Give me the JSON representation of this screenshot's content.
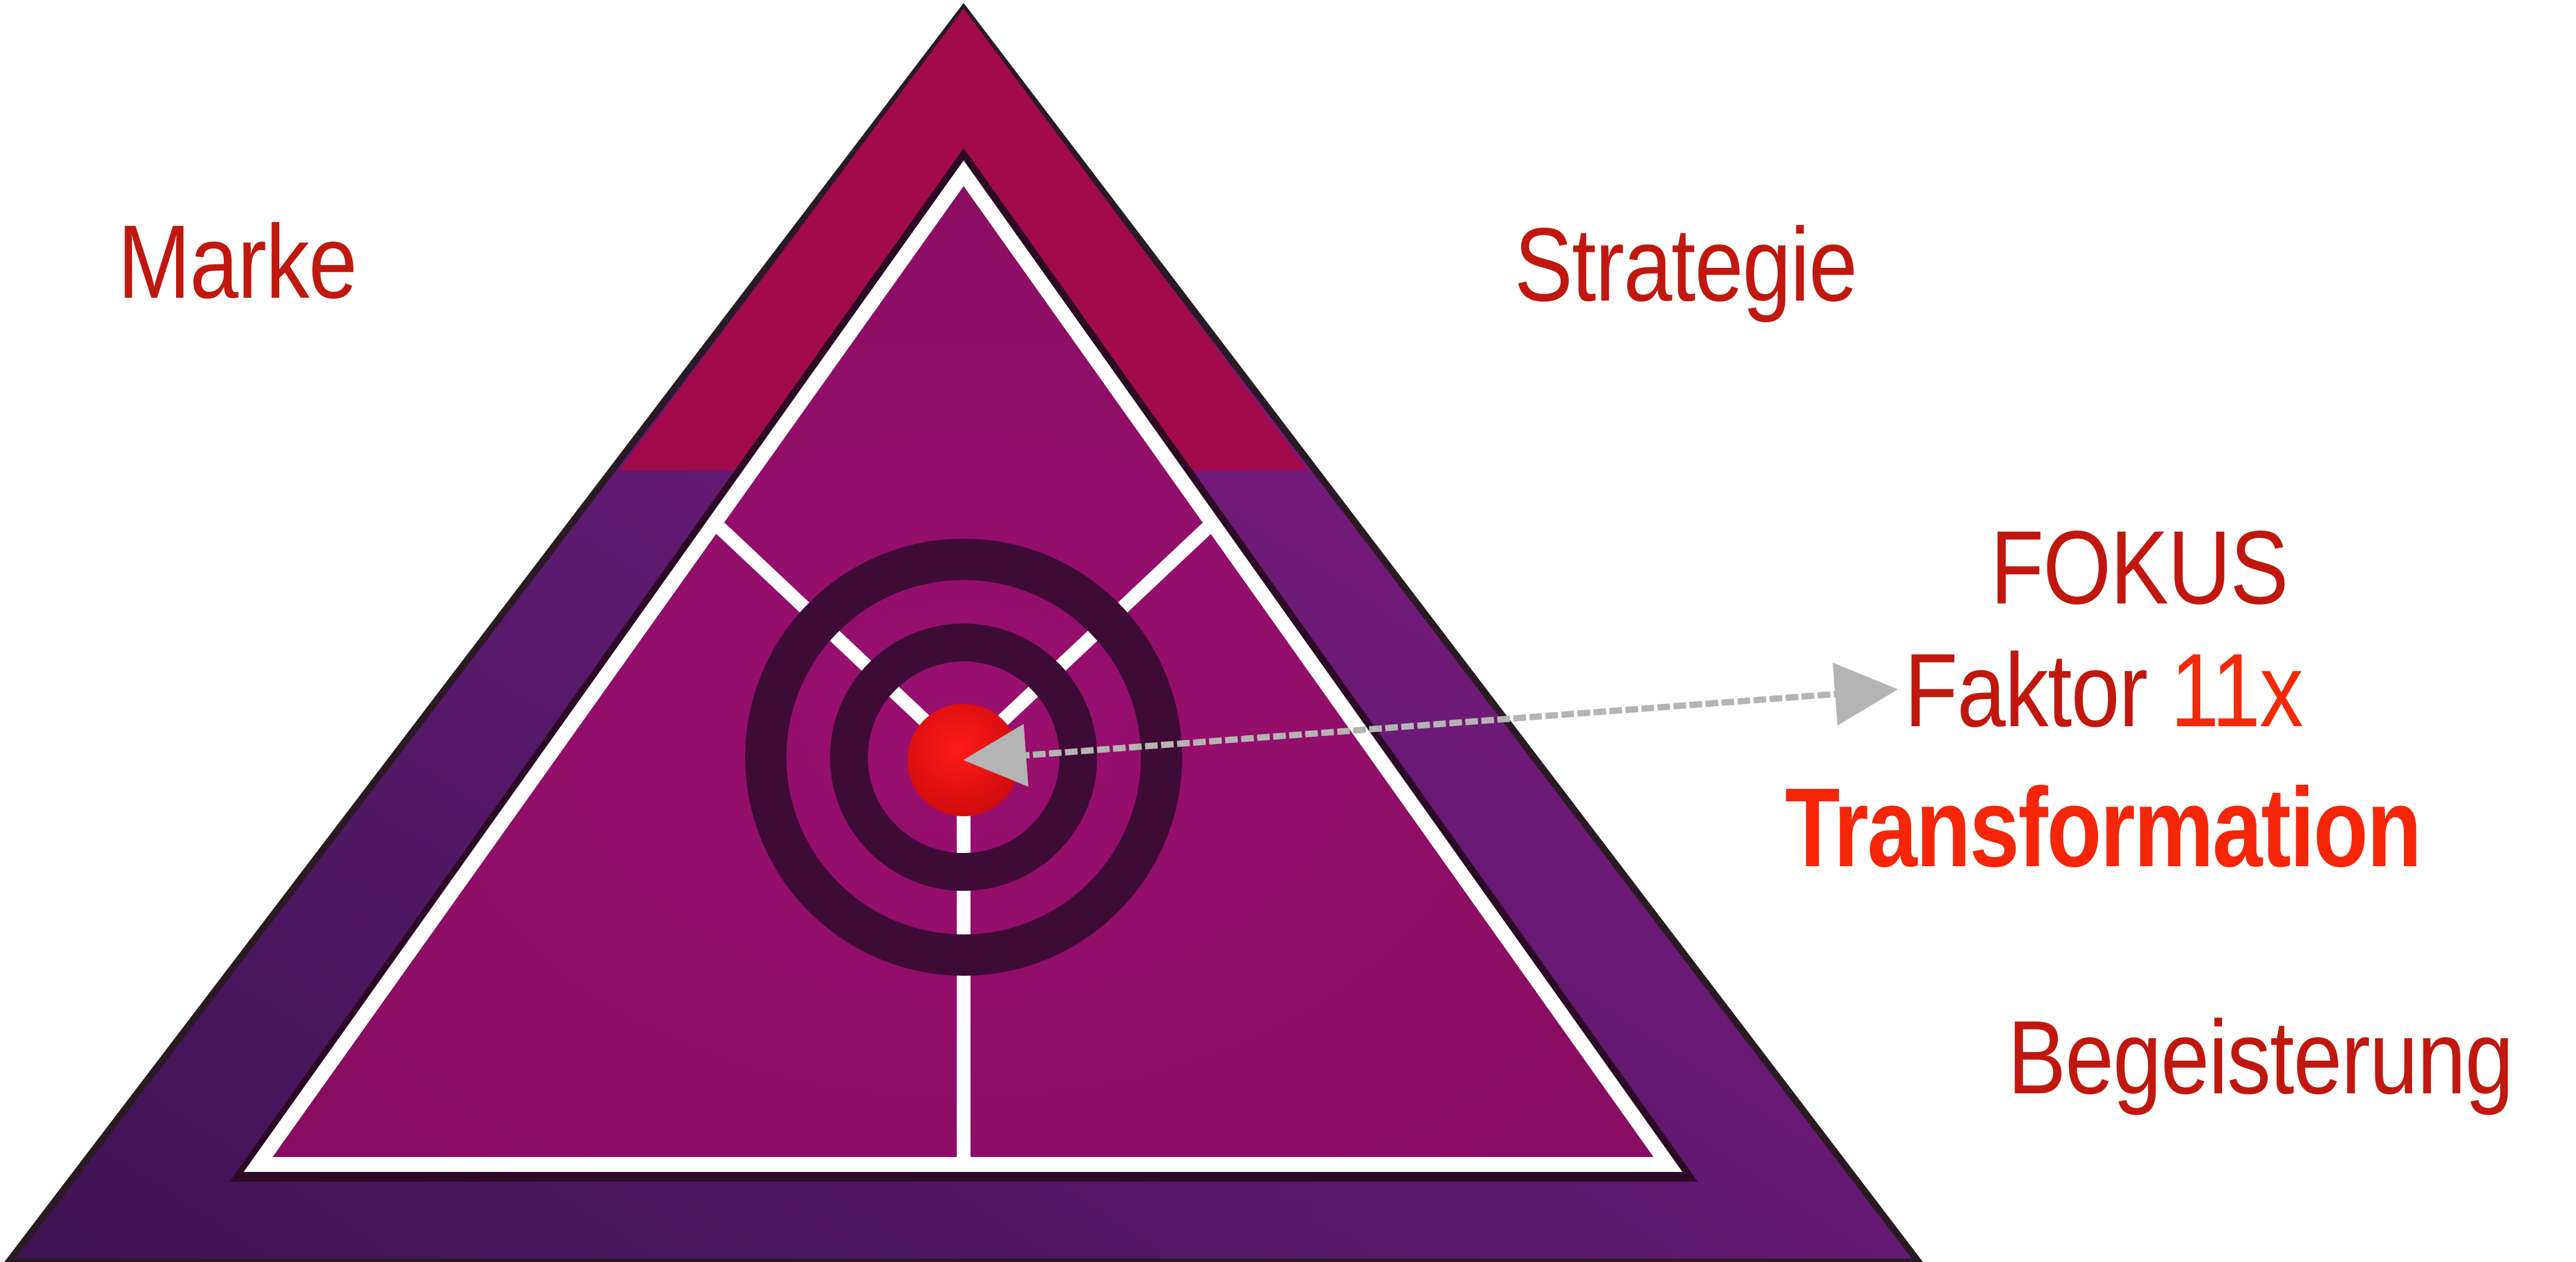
{
  "diagram": {
    "labels": {
      "marke": "Marke",
      "strategie": "Strategie",
      "fokus": "FOKUS",
      "faktor_prefix": "Faktor ",
      "faktor_value": "11x",
      "transformation": "Transformation",
      "begeisterung": "Begeisterung"
    },
    "colors": {
      "label_text": "#c0180e",
      "highlight_text": "#f52608",
      "apex_band": "#a30a4c",
      "outer_band_dark": "#451656",
      "outer_band_light": "#8e1a88",
      "inner_fill": "#8f0e68",
      "divider_lines": "#ffffff",
      "target_rings": "#3e0a36",
      "bullseye": "#e01414",
      "arrow": "#b4b4b4"
    }
  }
}
